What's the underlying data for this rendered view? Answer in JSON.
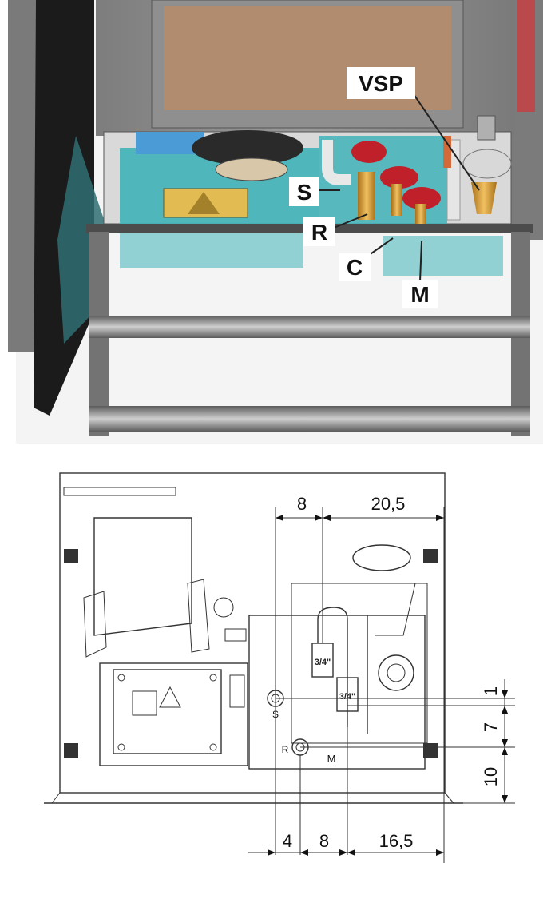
{
  "photo": {
    "callouts": {
      "vsp": "VSP",
      "s": "S",
      "r": "R",
      "c": "C",
      "m": "M"
    }
  },
  "drawing": {
    "dimensions": {
      "top_left": "8",
      "top_right": "20,5",
      "bottom_a": "4",
      "bottom_b": "8",
      "bottom_c": "16,5",
      "side_1": "1",
      "side_2": "7",
      "side_3": "10"
    },
    "fitting_labels": {
      "valve_1": "3/4\"",
      "valve_2": "3/4\""
    },
    "connection_labels": {
      "s": "S",
      "r": "R",
      "m": "M"
    }
  },
  "colors": {
    "stove_grey": "#8a8a8a",
    "frame_grey": "#6b6b6b",
    "teal_panel": "#3fb3b8",
    "red_valve": "#c0202a",
    "brass": "#c8952e",
    "door_black": "#1b1b1b"
  }
}
